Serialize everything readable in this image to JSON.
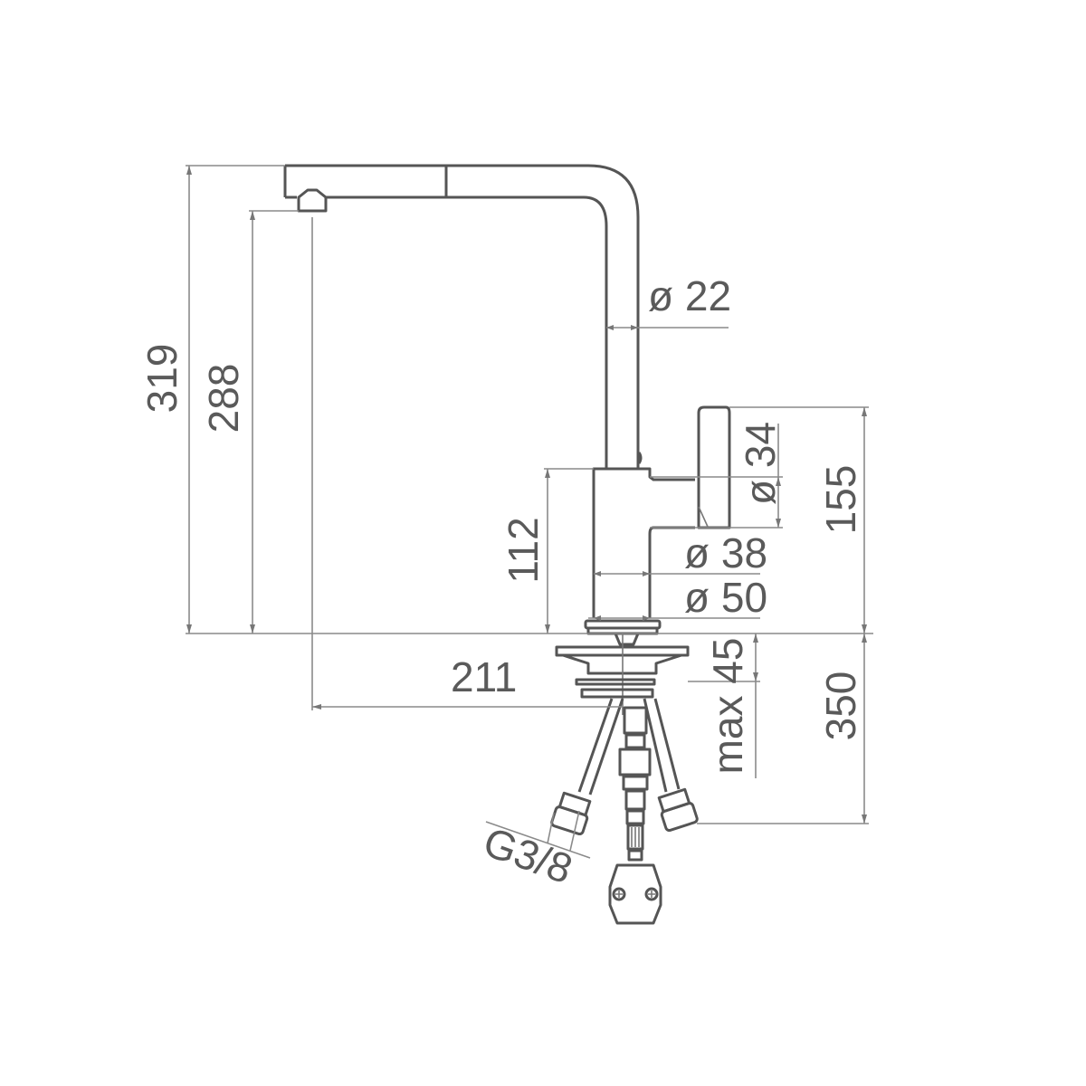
{
  "drawing": {
    "title": "Kitchen faucet dimension drawing",
    "line_color": "#555555",
    "dimension_color": "#8a8a8a",
    "text_color": "#5a5a5a"
  },
  "dimensions": {
    "overall_height": "319",
    "spout_outlet_height": "288",
    "spout_diameter": "ø 22",
    "handle_diameter": "ø 34",
    "handle_height": "155",
    "body_height": "112",
    "body_diameter_upper": "ø 38",
    "body_diameter_base": "ø 50",
    "spout_reach": "211",
    "max_deck_thickness": "max 45",
    "hose_length": "350",
    "connection_thread": "G3/8"
  }
}
